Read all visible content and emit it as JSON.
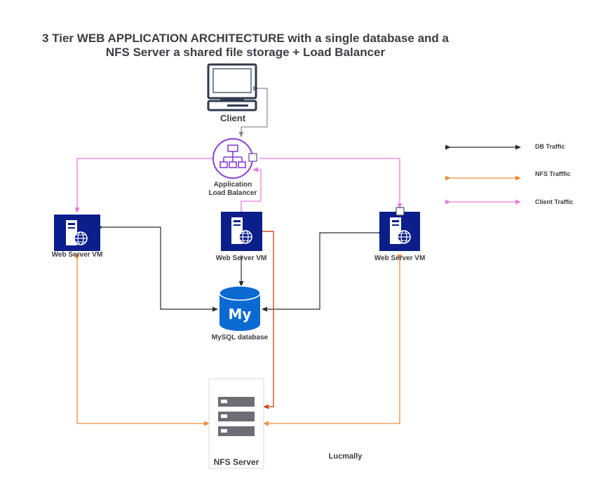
{
  "diagram": {
    "title_line1": "3 Tier WEB APPLICATION ARCHITECTURE with a single database and a",
    "title_line2": "NFS Server a shared file storage + Load Balancer",
    "nodes": {
      "client": "Client",
      "load_balancer_line1": "Application",
      "load_balancer_line2": "Load Balancer",
      "web_server_left": "Web Server VM",
      "web_server_center": "Web Server VM",
      "web_server_right": "Web Server VM",
      "database": "MySQL database",
      "database_logo": "My",
      "nfs_server": "NFS Server"
    },
    "legend": [
      {
        "label": "DB Traffic",
        "color": "#2b2b35"
      },
      {
        "label": "NFS Trafffic",
        "color": "#f08c3a"
      },
      {
        "label": "Client Traffic",
        "color": "#e87de0"
      }
    ],
    "watermark": "Lucmally"
  },
  "colors": {
    "db_traffic": "#2b2b35",
    "nfs_traffic": "#f08c3a",
    "nfs_traffic_dark": "#c8501e",
    "client_traffic": "#e87de0",
    "client_line": "#8a8a96",
    "vm_blue": "#0b1e8a",
    "mysql_blue": "#0a6ad0",
    "lb_purple": "#8b3fd6",
    "client_icon": "#2e3a4e"
  }
}
